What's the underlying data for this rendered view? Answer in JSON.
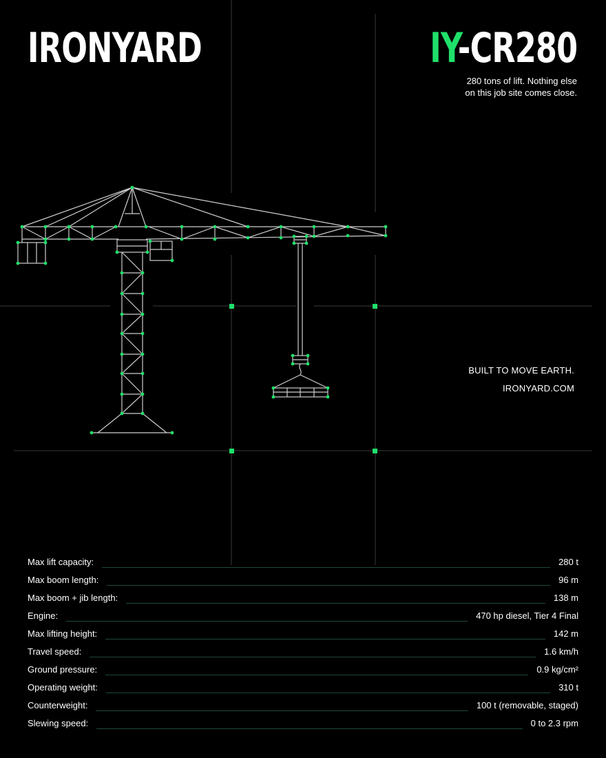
{
  "brand": "IRONYARD",
  "model": {
    "prefix": "IY",
    "suffix": "-CR280"
  },
  "tagline": [
    "280 tons of lift. Nothing else",
    "on this job site comes close."
  ],
  "slogan": "BUILT TO MOVE EARTH.",
  "website": "IRONYARD.COM",
  "colors": {
    "background": "#000000",
    "accent": "#1fe06a",
    "line": "#cfcfcf",
    "grid": "#3a3a3a",
    "leader": "#1e4a36"
  },
  "illustration": "tower-crane-icon",
  "specs": [
    {
      "label": "Max lift capacity:",
      "value": "280 t"
    },
    {
      "label": "Max boom length:",
      "value": "96 m"
    },
    {
      "label": "Max boom + jib length:",
      "value": "138 m"
    },
    {
      "label": "Engine:",
      "value": "470 hp diesel, Tier 4 Final"
    },
    {
      "label": "Max lifting height:",
      "value": "142 m"
    },
    {
      "label": "Travel speed:",
      "value": "1.6 km/h"
    },
    {
      "label": "Ground pressure:",
      "value": "0.9 kg/cm²"
    },
    {
      "label": "Operating weight:",
      "value": "310 t"
    },
    {
      "label": "Counterweight:",
      "value": "100 t (removable, staged)"
    },
    {
      "label": "Slewing speed:",
      "value": "0 to 2.3 rpm"
    }
  ]
}
